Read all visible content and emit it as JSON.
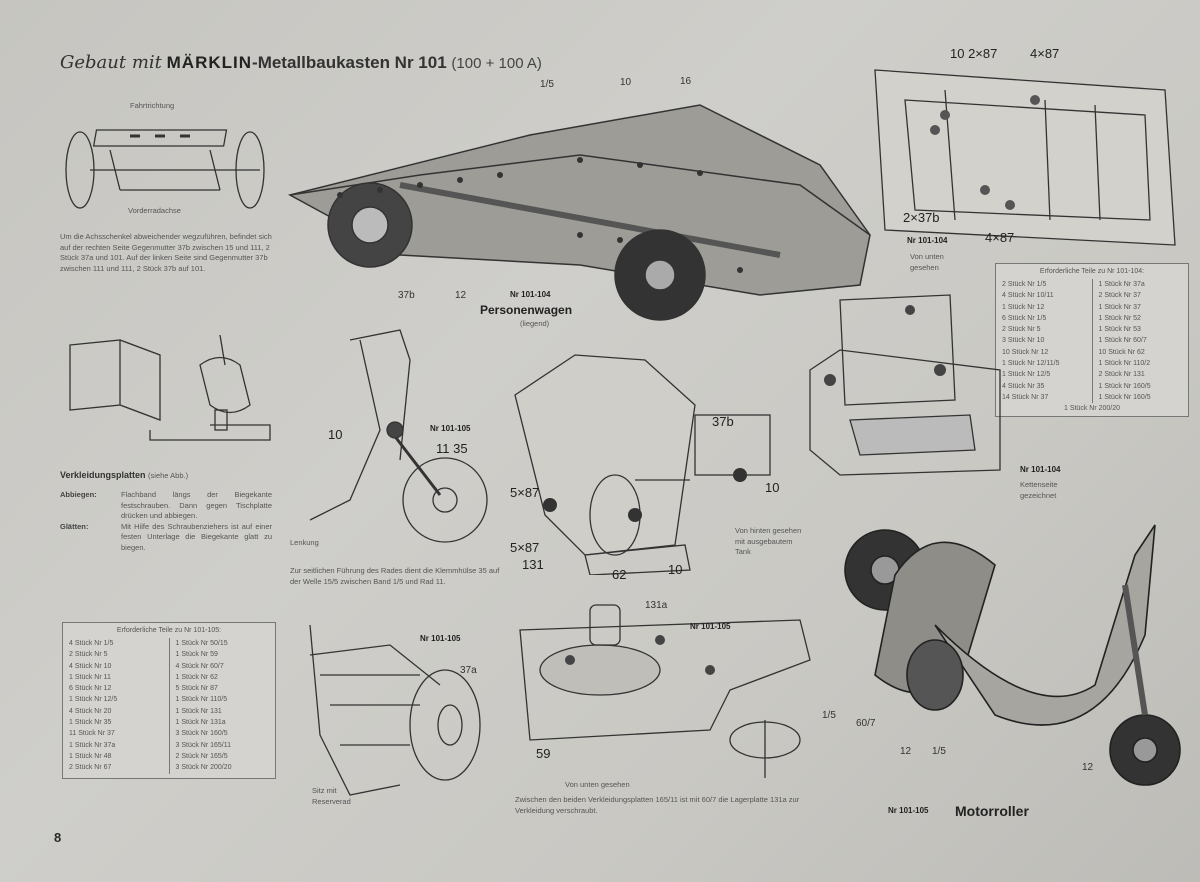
{
  "header": {
    "prefix": "Gebaut mit",
    "brand": "MÄRKLIN",
    "kit": "-Metallbaukasten Nr 101",
    "kit_parts": "(100 + 100 A)"
  },
  "axle": {
    "direction_label": "Fahrtrichtung",
    "axle_label": "Vorderradachse",
    "note": "Um die Achsschenkel abweichender wegzuführen, befindet sich auf der rechten Seite Gegenmutter 37b zwischen 15 und 111, 2 Stück 37a und 101. Auf der linken Seite sind Gegenmutter 37b zwischen 111 und 111, 2 Stück 37b auf 101."
  },
  "car": {
    "labels": [
      "1/5",
      "10",
      "16",
      "37b",
      "12"
    ],
    "nr": "Nr 101-104",
    "title": "Personenwagen",
    "subtitle": "(liegend)"
  },
  "underside": {
    "labels": [
      "10 2×87",
      "4×87",
      "2×37b",
      "4×87"
    ],
    "nr": "Nr 101-104",
    "caption": "Von unten gesehen"
  },
  "panels": {
    "title": "Verkleidungsplatten",
    "title_note": "(siehe Abb.)",
    "items": [
      {
        "term": "Abbiegen:",
        "text": "Flachband längs der Biegekante festschrauben. Dann gegen Tischplatte drücken und abbiegen."
      },
      {
        "term": "Glätten:",
        "text": "Mit Hilfe des Schraubenziehers ist auf einer festen Unterlage die Biegekante glatt zu biegen."
      }
    ]
  },
  "steering": {
    "labels": [
      "10",
      "11 35"
    ],
    "nr": "Nr 101-105",
    "caption": "Lenkung",
    "note": "Zur seitlichen Führung des Rades dient die Klemmhülse 35 auf der Welle 15/5 zwischen Band 1/5 und Rad 11."
  },
  "rear": {
    "labels": [
      "37b",
      "10",
      "5×87",
      "5×87",
      "131",
      "62",
      "10"
    ],
    "caption": "Von hinten gesehen mit ausgebautem Tank"
  },
  "seat_frame": {
    "nr": "Nr 101-104",
    "caption": "Kettenseite gezeichnet"
  },
  "table_104": {
    "title": "Erforderliche Teile zu Nr 101-104:",
    "left": [
      "2 Stück Nr 1/5",
      "4 Stück Nr 10/11",
      "1 Stück Nr 12",
      "6 Stück Nr 1/5",
      "2 Stück Nr 5",
      "3 Stück Nr 10",
      "10 Stück Nr 12",
      "1 Stück Nr 12/11/5",
      "1 Stück Nr 12/5",
      "4 Stück Nr 35",
      "14 Stück Nr 37"
    ],
    "right": [
      "1 Stück Nr 37a",
      "2 Stück Nr 37",
      "1 Stück Nr 37",
      "1 Stück Nr 52",
      "1 Stück Nr 53",
      "1 Stück Nr 60/7",
      "10 Stück Nr 62",
      "1 Stück Nr 110/2",
      "2 Stück Nr 131",
      "1 Stück Nr 160/5",
      "1 Stück Nr 160/5"
    ],
    "footer": "1 Stück Nr 200/20"
  },
  "table_105": {
    "title": "Erforderliche Teile zu Nr 101-105:",
    "left": [
      "4 Stück Nr 1/5",
      "2 Stück Nr 5",
      "4 Stück Nr 10",
      "1 Stück Nr 11",
      "6 Stück Nr 12",
      "1 Stück Nr 12/5",
      "4 Stück Nr 20",
      "1 Stück Nr 35",
      "11 Stück Nr 37",
      "1 Stück Nr 37a",
      "1 Stück Nr 48",
      "2 Stück Nr 67"
    ],
    "right": [
      "1 Stück Nr 50/15",
      "1 Stück Nr 59",
      "4 Stück Nr 60/7",
      "1 Stück Nr 62",
      "5 Stück Nr 87",
      "1 Stück Nr 110/5",
      "1 Stück Nr 131",
      "1 Stück Nr 131a",
      "3 Stück Nr 160/5",
      "3 Stück Nr 165/11",
      "2 Stück Nr 165/5",
      "3 Stück Nr 200/20"
    ]
  },
  "seat": {
    "nr": "Nr 101-105",
    "labels": [
      "37a"
    ],
    "caption": "Sitz mit Reserverad"
  },
  "bottom_view": {
    "nr": "Nr 101-105",
    "labels": [
      "131a",
      "59"
    ],
    "caption": "Von unten gesehen",
    "note": "Zwischen den beiden Verkleidungsplatten 165/11 ist mit 60/7 die Lagerplatte 131a zur Verkleidung verschraubt."
  },
  "scooter": {
    "labels": [
      "1/5",
      "60/7",
      "12",
      "1/5",
      "12"
    ],
    "nr": "Nr 101-105",
    "title": "Motorroller"
  },
  "page_number": "8"
}
